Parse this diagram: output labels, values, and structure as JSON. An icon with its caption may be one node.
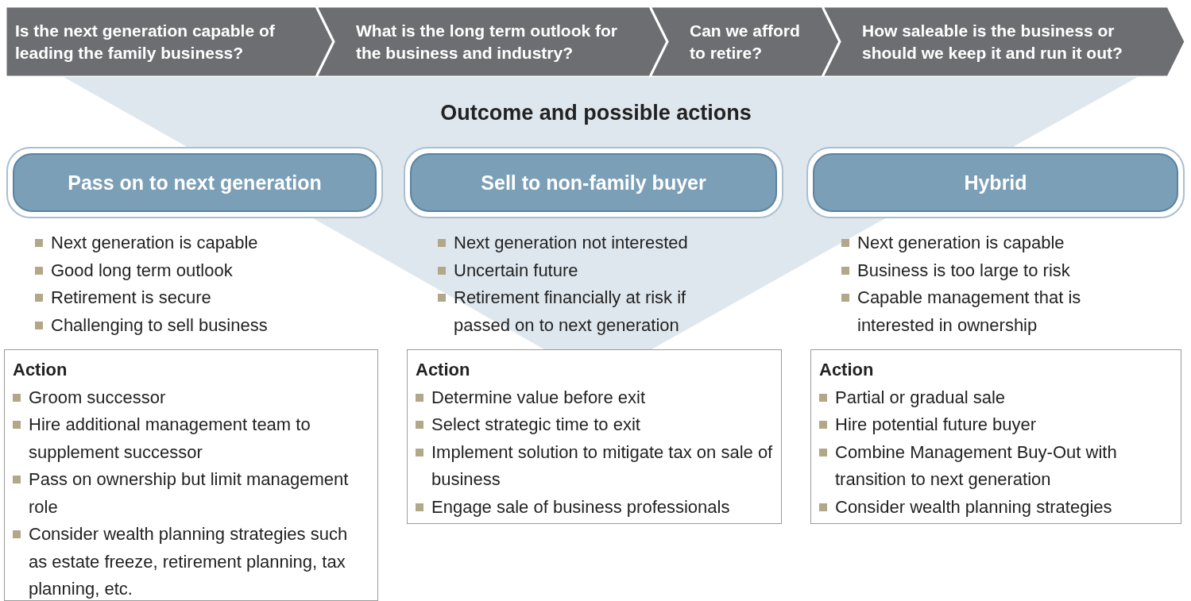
{
  "diagram": {
    "nodes": [
      {
        "text": [
          "Is the next generation capable of leading the family business?"
        ]
      },
      {
        "text": [
          "What is the long term outlook for the business and industry?"
        ]
      },
      {
        "text": [
          "Can we afford to retire?"
        ]
      },
      {
        "text": [
          "How saleable is the business or should we keep it and run it out?"
        ]
      },
      {
        "text": [
          "Pass on to next generation"
        ],
        "beside": [
          "Next generation is capable",
          "Good long term outlook",
          "Retirement is secure",
          "Challenging to sell business"
        ]
      },
      {
        "text": [
          "Sell to non-family buyer"
        ],
        "beside": [
          "Next generation not interested",
          "Uncertain future",
          "Retirement financially at risk if passed on to next generation"
        ]
      },
      {
        "text": [
          "Hybrid"
        ],
        "beside": [
          "Next generation is capable",
          "Business is too large to risk",
          "Capable management that is interested in ownership"
        ]
      },
      {
        "text": [
          "Action",
          "Groom successor",
          "Hire additional management team to supplement successor",
          "Pass on ownership but limit management role",
          "Consider wealth planning strategies such as estate freeze, retirement planning, tax planning, etc."
        ]
      },
      {
        "text": [
          "Action",
          "Determine value before exit",
          "Select strategic time to exit",
          "Implement solution to mitigate tax on sale of business",
          "Engage sale of business professionals"
        ]
      },
      {
        "text": [
          "Action",
          "Partial or gradual sale",
          "Hire potential future buyer",
          "Combine Management Buy-Out with transition to next generation",
          "Consider wealth planning strategies"
        ]
      }
    ],
    "labels": [
      "Outcome and possible actions"
    ]
  }
}
